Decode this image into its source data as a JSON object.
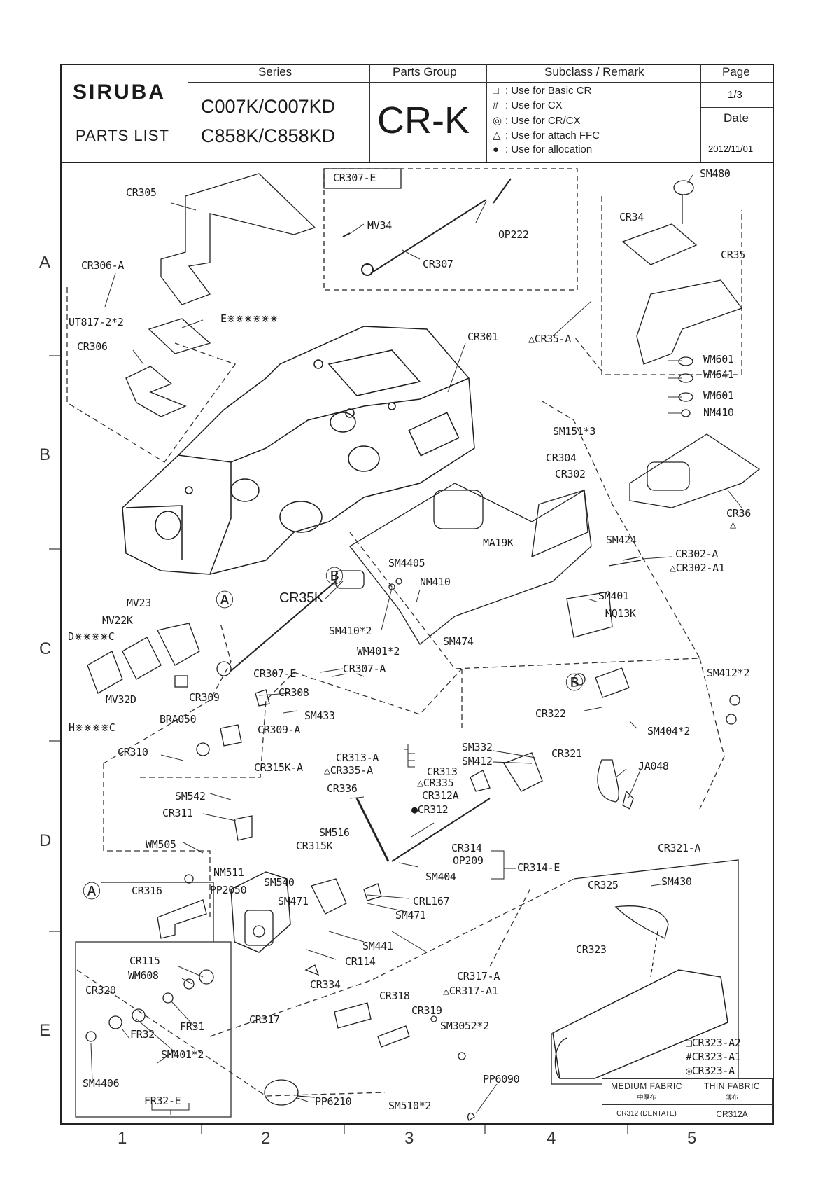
{
  "header": {
    "brand": "SIRUBA",
    "doc_type": "PARTS LIST",
    "series_label": "Series",
    "series_line1": "C007K/C007KD",
    "series_line2": "C858K/C858KD",
    "parts_group_label": "Parts Group",
    "parts_group": "CR-K",
    "subclass_label": "Subclass / Remark",
    "legend": [
      {
        "symbol": "□",
        "text": ": Use for   Basic  CR"
      },
      {
        "symbol": "#",
        "text": ": Use for   CX"
      },
      {
        "symbol": "◎",
        "text": ": Use for   CR/CX"
      },
      {
        "symbol": "△",
        "text": ": Use for   attach FFC"
      },
      {
        "symbol": "●",
        "text": ": Use for   allocation"
      }
    ],
    "page_label": "Page",
    "page_value": "1/3",
    "date_label": "Date",
    "date_value": "2012/11/01"
  },
  "row_letters": [
    "A",
    "B",
    "C",
    "D",
    "E"
  ],
  "col_numbers": [
    "1",
    "2",
    "3",
    "4",
    "5"
  ],
  "callouts": {
    "CR305": "CR305",
    "CR306A": "CR306-A",
    "UT817": "UT817-2*2",
    "CR306": "CR306",
    "Exxx": "E⋇⋇⋇⋇⋇⋇",
    "CR307E_box": "CR307-E",
    "MV34": "MV34",
    "OP222": "OP222",
    "CR307": "CR307",
    "CR301": "CR301",
    "CR35A": "△CR35-A",
    "SM480": "SM480",
    "CR34": "CR34",
    "CR35": "CR35",
    "WM601a": "WM601",
    "WM641": "WM641",
    "WM601b": "WM601",
    "NM410a": "NM410",
    "SM151": "SM151*3",
    "CR304": "CR304",
    "CR302": "CR302",
    "CR36": "CR36",
    "CR36tri": "△",
    "SM424": "SM424",
    "CR302A": "CR302-A",
    "CR302A1": "△CR302-A1",
    "MA19K": "MA19K",
    "SM4405": "SM4405",
    "NM410b": "NM410",
    "SM401a": "SM401",
    "MQ13K": "MQ13K",
    "SM474": "SM474",
    "CR35K": "CR35K",
    "SM410": "SM410*2",
    "WM401": "WM401*2",
    "MV23": "MV23",
    "MV22K": "MV22K",
    "Dxxx": "D⋇⋇⋇⋇C",
    "Hxxx": "H⋇⋇⋇⋇C",
    "MV32D": "MV32D",
    "CR307E": "CR307-E",
    "CR307A": "CR307-A",
    "CR308": "CR308",
    "CR309": "CR309",
    "SM433": "SM433",
    "BRA050": "BRA050",
    "CR309A": "CR309-A",
    "SM412a": "SM412*2",
    "CR322": "CR322",
    "SM404a": "SM404*2",
    "CR310": "CR310",
    "CR313A": "CR313-A",
    "CR335A": "△CR335-A",
    "SM332": "SM332",
    "SM412b": "SM412",
    "CR313": "CR313",
    "CR335": "△CR335",
    "CR312A": "CR312A",
    "CR312": "●CR312",
    "CR321": "CR321",
    "JA048": "JA048",
    "CR315KA": "CR315K-A",
    "CR336": "CR336",
    "SM542": "SM542",
    "CR311": "CR311",
    "SM516": "SM516",
    "CR315K": "CR315K",
    "WM505": "WM505",
    "CR314": "CR314",
    "OP209": "OP209",
    "CR314E": "CR314-E",
    "SM404b": "SM404",
    "CR321A": "CR321-A",
    "NM511": "NM511",
    "CR316": "CR316",
    "PP2050": "PP2050",
    "SM540": "SM540",
    "SM471a": "SM471",
    "CRL167": "CRL167",
    "SM471b": "SM471",
    "CR325": "CR325",
    "SM430": "SM430",
    "SM441": "SM441",
    "CR114": "CR114",
    "CR115": "CR115",
    "WM608": "WM608",
    "CR323": "CR323",
    "CR320": "CR320",
    "FR31": "FR31",
    "CR334": "CR334",
    "CR317A": "CR317-A",
    "CR317A1": "△CR317-A1",
    "CR318": "CR318",
    "CR319": "CR319",
    "SM3052": "SM3052*2",
    "CR317": "CR317",
    "FR32": "FR32",
    "SM401b": "SM401*2",
    "SM4406": "SM4406",
    "FR32E": "FR32-E",
    "PP6210": "PP6210",
    "SM510": "SM510*2",
    "PP6090": "PP6090",
    "CR323A2": "□CR323-A2",
    "CR323A1": "#CR323-A1",
    "CR323A": "◎CR323-A",
    "circA1": "Ⓐ",
    "circB1": "Ⓑ",
    "circA2": "Ⓐ",
    "circB2": "Ⓑ",
    "trimark": "△"
  },
  "fabric_table": {
    "medium_label": "MEDIUM FABRIC",
    "medium_sub": "中厚布",
    "thin_label": "THIN FABRIC",
    "thin_sub": "薄布",
    "medium_part": "CR312 (DENTATE)",
    "thin_part": "CR312A"
  }
}
